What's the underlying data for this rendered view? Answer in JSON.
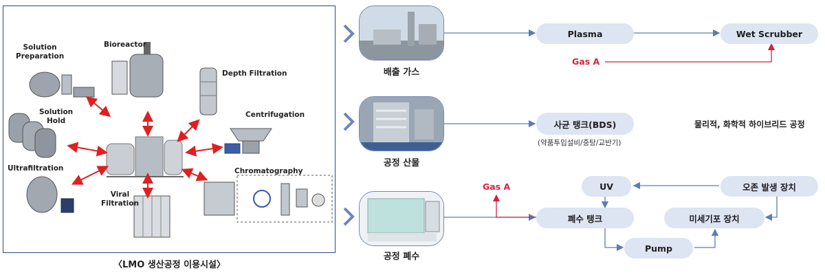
{
  "left": {
    "caption": "〈LMO 생산공정 이용시설〉",
    "equipment": {
      "solution_preparation": "Solution\nPreparation",
      "bioreactor": "Bioreactor",
      "depth_filtration": "Depth Filtration",
      "solution_hold": "Solution\nHold",
      "centrifugation": "Centrifugation",
      "ultrafiltration": "Ultrafiltration",
      "chromatography": "Chromatography",
      "viral_filtration": "Viral\nFiltration"
    }
  },
  "rows": {
    "exhaust": {
      "label": "배출 가스"
    },
    "product": {
      "label": "공정 산물"
    },
    "wastewater": {
      "label": "공정 폐수"
    }
  },
  "flow": {
    "plasma": "Plasma",
    "wet_scrubber": "Wet Scrubber",
    "gas_a_top": "Gas A",
    "sterile_tank": "사균 탱크(BDS)",
    "sterile_tank_sub": "(약품투입설비/중탕/교반기)",
    "hybrid_note": "물리적, 화학적 하이브리드 공정",
    "uv": "UV",
    "ozone": "오존 발생 장치",
    "gas_a_bottom": "Gas A",
    "waste_tank": "폐수 탱크",
    "microbubble": "미세기포 장치",
    "pump": "Pump"
  },
  "colors": {
    "pill_bg": "#dde4f2",
    "gas_red": "#d0253b",
    "line_blue": "#5b7db3",
    "line_red": "#d0253b",
    "arrow_red": "#e02020",
    "frame": "#2e4a7a"
  }
}
